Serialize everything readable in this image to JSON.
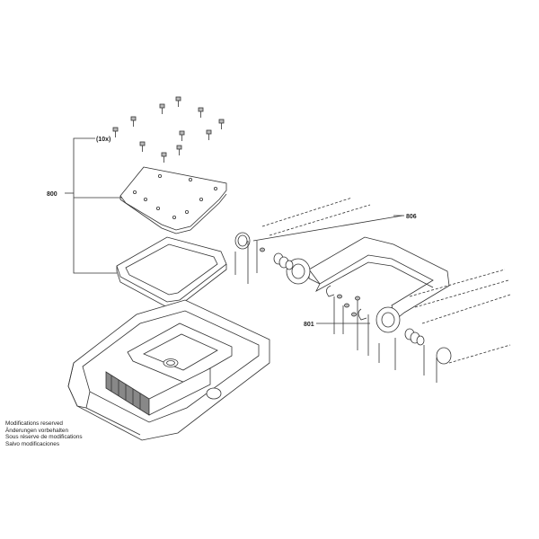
{
  "callouts": {
    "screw_qty": "(10x)",
    "group_800": "800",
    "group_806": "806",
    "group_801": "801"
  },
  "notes": [
    "Modifications reserved",
    "Änderungen vorbehalten",
    "Sous réserve de modifications",
    "Salvo modificaciones"
  ]
}
